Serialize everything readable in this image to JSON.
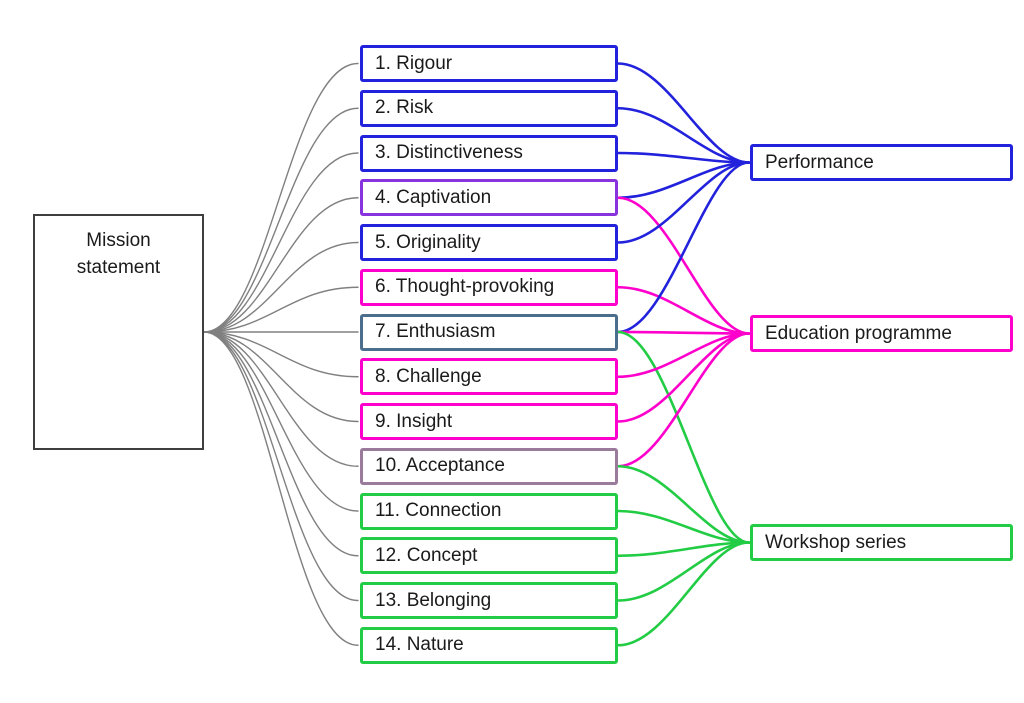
{
  "mission": {
    "label": "Mission statement"
  },
  "values": [
    {
      "label": "1. Rigour",
      "border": "blue",
      "targets": [
        "performance"
      ]
    },
    {
      "label": "2. Risk",
      "border": "blue",
      "targets": [
        "performance"
      ]
    },
    {
      "label": "3. Distinctiveness",
      "border": "blue",
      "targets": [
        "performance"
      ]
    },
    {
      "label": "4. Captivation",
      "border": "purple",
      "targets": [
        "performance",
        "education"
      ]
    },
    {
      "label": "5. Originality",
      "border": "blue",
      "targets": [
        "performance"
      ]
    },
    {
      "label": "6. Thought-provoking",
      "border": "magenta",
      "targets": [
        "education"
      ]
    },
    {
      "label": "7. Enthusiasm",
      "border": "slate",
      "targets": [
        "performance",
        "education",
        "workshop"
      ]
    },
    {
      "label": "8. Challenge",
      "border": "magenta",
      "targets": [
        "education"
      ]
    },
    {
      "label": "9. Insight",
      "border": "magenta",
      "targets": [
        "education"
      ]
    },
    {
      "label": "10. Acceptance",
      "border": "mauve",
      "targets": [
        "education",
        "workshop"
      ]
    },
    {
      "label": "11. Connection",
      "border": "green",
      "targets": [
        "workshop"
      ]
    },
    {
      "label": "12. Concept",
      "border": "green",
      "targets": [
        "workshop"
      ]
    },
    {
      "label": "13. Belonging",
      "border": "green",
      "targets": [
        "workshop"
      ]
    },
    {
      "label": "14. Nature",
      "border": "green",
      "targets": [
        "workshop"
      ]
    }
  ],
  "outcomes": [
    {
      "id": "performance",
      "label": "Performance",
      "color": "blue"
    },
    {
      "id": "education",
      "label": "Education programme",
      "color": "magenta"
    },
    {
      "id": "workshop",
      "label": "Workshop series",
      "color": "green"
    }
  ],
  "colors": {
    "blue": "#2222dd",
    "magenta": "#ff00cc",
    "green": "#22cc44",
    "purple": "#8833dd",
    "slate": "#4a6e8c",
    "mauve": "#9a7b9c",
    "line_gray": "#808080"
  }
}
